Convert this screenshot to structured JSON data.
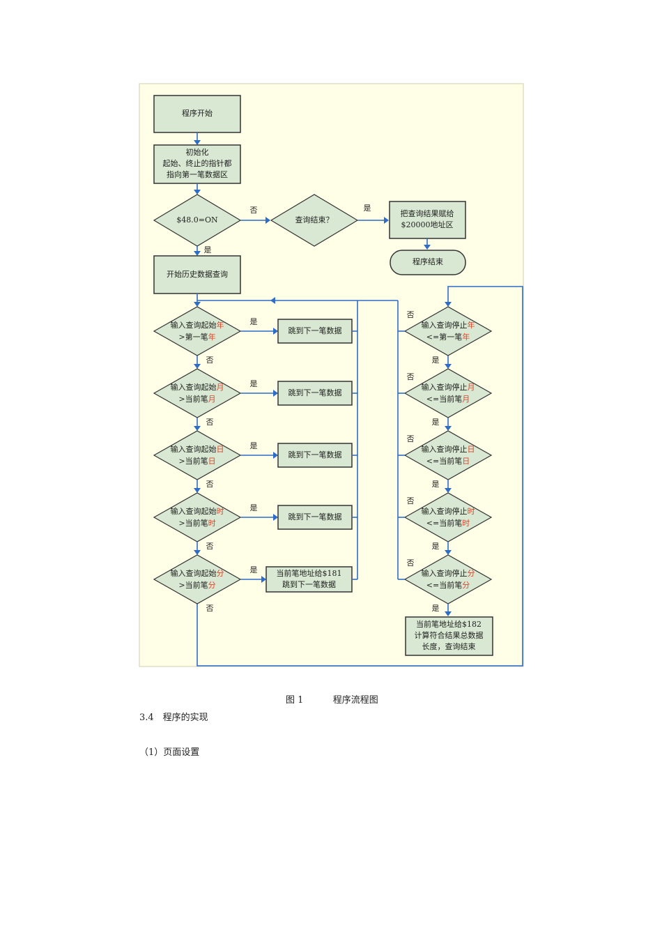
{
  "flowchart": {
    "start": "程序开始",
    "init": [
      "初始化",
      "起始、终止的指针都",
      "指向第一笔数据区"
    ],
    "check_flag": "$48.0=ON",
    "query_done": "查询结束？",
    "assign_result": [
      "把查询结果赋给",
      "$20000地址区"
    ],
    "end": "程序结束",
    "history_query": "开始历史数据查询",
    "yes": "是",
    "no": "否",
    "start_checks": [
      {
        "pre1": "输入查询起始",
        "hl1": "年",
        "pre2": ">第一笔",
        "hl2": "年"
      },
      {
        "pre1": "输入查询起始",
        "hl1": "月",
        "pre2": ">当前笔",
        "hl2": "月"
      },
      {
        "pre1": "输入查询起始",
        "hl1": "日",
        "pre2": ">当前笔",
        "hl2": "日"
      },
      {
        "pre1": "输入查询起始",
        "hl1": "时",
        "pre2": ">当前笔",
        "hl2": "时"
      },
      {
        "pre1": "输入查询起始",
        "hl1": "分",
        "pre2": ">当前笔",
        "hl2": "分"
      }
    ],
    "skip_boxes": [
      [
        "跳到下一笔数据"
      ],
      [
        "跳到下一笔数据"
      ],
      [
        "跳到下一笔数据"
      ],
      [
        "跳到下一笔数据"
      ],
      [
        "当前笔地址给$181",
        "跳到下一笔数据"
      ]
    ],
    "stop_checks": [
      {
        "pre1": "输入查询停止",
        "hl1": "年",
        "pre2": "<=第一笔",
        "hl2": "年"
      },
      {
        "pre1": "输入查询停止",
        "hl1": "月",
        "pre2": "<=当前笔",
        "hl2": "月"
      },
      {
        "pre1": "输入查询停止",
        "hl1": "日",
        "pre2": "<=当前笔",
        "hl2": "日"
      },
      {
        "pre1": "输入查询停止",
        "hl1": "时",
        "pre2": "<=当前笔",
        "hl2": "时"
      },
      {
        "pre1": "输入查询停止",
        "hl1": "分",
        "pre2": "<=当前笔",
        "hl2": "分"
      }
    ],
    "final_box": [
      "当前笔地址给$182",
      "计算符合结果总数据",
      "长度，查询结束"
    ],
    "colors": {
      "background": "#fffee6",
      "box_fill": "#d8e8d2",
      "line": "#2f6cc6",
      "highlight": "#e0452a"
    }
  },
  "caption": {
    "figure_no": "图 1",
    "figure_title": "程序流程图"
  },
  "section_heading": "3.4　程序的实现",
  "subsection": "（1）页面设置"
}
